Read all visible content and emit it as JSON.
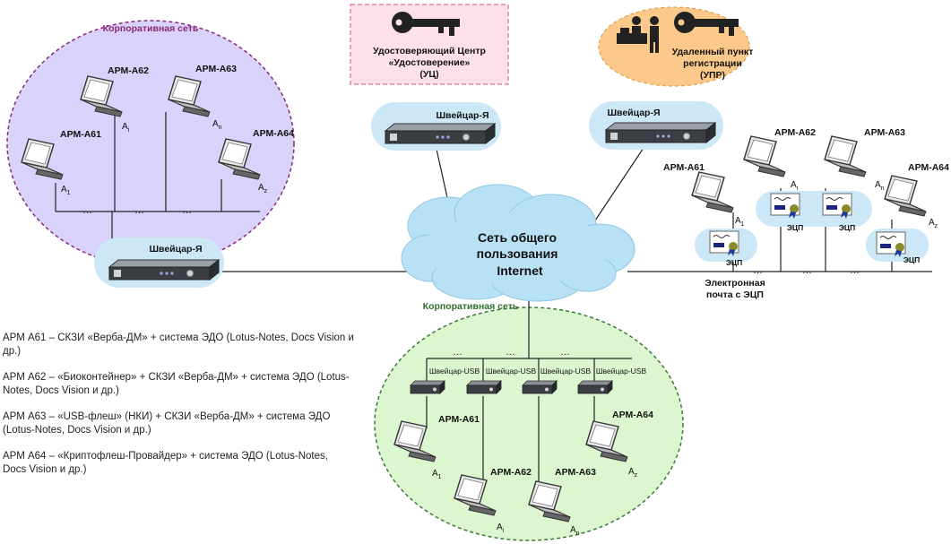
{
  "colors": {
    "corp_left_fill": "#d9d3fb",
    "corp_left_border": "#8a2a7a",
    "corp_bottom_fill": "#dcf7cf",
    "corp_bottom_border": "#3a7a3a",
    "uc_fill": "#fde0e8",
    "uc_border": "#e08aa0",
    "upr_fill": "#fcc98a",
    "upr_border": "#e0a050",
    "switch_halo": "#cce8f6",
    "cloud": "#b9e1f5",
    "line": "#222222"
  },
  "corp_left": {
    "label": "Корпоративная сеть"
  },
  "corp_bottom": {
    "label": "Корпоративная сеть"
  },
  "uc": {
    "line1": "Удостоверяющий Центр",
    "line2": "«Удостоверение»",
    "line3": "(УЦ)",
    "icon": "key-icon"
  },
  "upr": {
    "line1": "Удаленный пункт",
    "line2": "регистрации",
    "line3": "(УПР)",
    "icon": "key-icon"
  },
  "switches": {
    "top_center": "Швейцар-Я",
    "top_right": "Швейцар-Я",
    "left": "Швейцар-Я"
  },
  "cloud": {
    "line1": "Сеть общего",
    "line2": "пользования",
    "line3": "Internet"
  },
  "left_arms": {
    "a61": "АРМ-А61",
    "a62": "АРМ-А62",
    "a63": "АРМ-А63",
    "a64": "АРМ-А64",
    "s61": "A",
    "sub61": "1",
    "s62": "A",
    "sub62": "i",
    "s63": "A",
    "sub63": "n",
    "s64": "A",
    "sub64": "z",
    "dots": "…"
  },
  "right_arms": {
    "a61": "АРМ-А61",
    "a62": "АРМ-А62",
    "a63": "АРМ-А63",
    "a64": "АРМ-А64",
    "s61": "A",
    "sub61": "1",
    "s62": "A",
    "sub62": "i",
    "s63": "A",
    "sub63": "n",
    "s64": "A",
    "sub64": "z",
    "ecp": "ЭЦП",
    "email_line1": "Электронная",
    "email_line2": "почта с ЭЦП",
    "dots": "…"
  },
  "bottom_arms": {
    "usb": "Швейцар-USB",
    "a61": "АРМ-А61",
    "a62": "АРМ-А62",
    "a63": "АРМ-А63",
    "a64": "АРМ-А64",
    "s61": "A",
    "sub61": "1",
    "s62": "A",
    "sub62": "i",
    "s63": "A",
    "sub63": "n",
    "s64": "A",
    "sub64": "z",
    "dots": "…"
  },
  "legend": [
    "АРМ А61 – СКЗИ «Верба-ДМ» + система ЭДО (Lotus-Notes, Docs Vision и др.)",
    "АРМ А62 – «Биоконтейнер» + СКЗИ «Верба-ДМ» + система ЭДО (Lotus-Notes, Docs Vision и др.)",
    "АРМ А63 – «USB-флеш» (НКИ) + СКЗИ «Верба-ДМ» + система ЭДО (Lotus-Notes, Docs Vision и др.)",
    "АРМ А64 – «Криптофлеш-Провайдер» + система ЭДО (Lotus-Notes, Docs Vision и др.)"
  ]
}
